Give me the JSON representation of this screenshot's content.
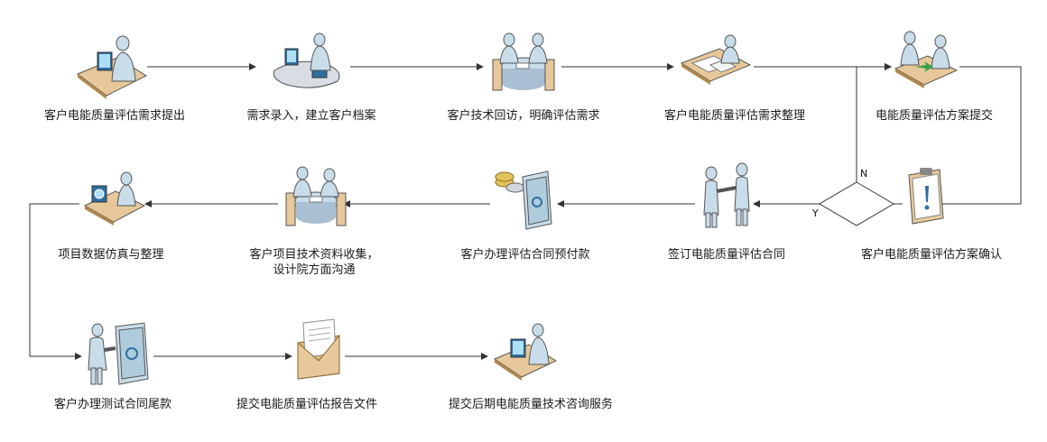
{
  "steps": [
    {
      "label": "客户电能质量评估需求提出",
      "icon": "person-at-computer-icon"
    },
    {
      "label": "需求录入，建立客户档案",
      "icon": "person-at-workstation-icon"
    },
    {
      "label": "客户技术回访，明确评估需求",
      "icon": "meeting-at-round-table-icon"
    },
    {
      "label": "客户电能质量评估需求整理",
      "icon": "documents-on-desk-icon"
    },
    {
      "label": "电能质量评估方案提交",
      "icon": "handing-over-document-icon"
    },
    {
      "label": "客户电能质量评估方案确认",
      "icon": "clipboard-alert-icon"
    },
    {
      "label": "签订电能质量评估合同",
      "icon": "handshake-icon"
    },
    {
      "label": "客户办理评估合同预付款",
      "icon": "safe-with-coins-icon"
    },
    {
      "label": "客户项目技术资料收集，",
      "label2": "设计院方面沟通",
      "icon": "meeting-at-table-icon"
    },
    {
      "label": "项目数据仿真与整理",
      "icon": "person-at-data-desk-icon"
    },
    {
      "label": "客户办理测试合同尾款",
      "icon": "person-at-safe-icon"
    },
    {
      "label": "提交电能质量评估报告文件",
      "icon": "envelope-with-document-icon"
    },
    {
      "label": "提交后期电能质量技术咨询服务",
      "icon": "person-at-computer-icon"
    }
  ],
  "decision": {
    "yes_label": "Y",
    "no_label": "N"
  },
  "colors": {
    "line": "#333333",
    "skin": "#c8dcea",
    "desk": "#e7c89a",
    "accent": "#2f6f9f"
  }
}
